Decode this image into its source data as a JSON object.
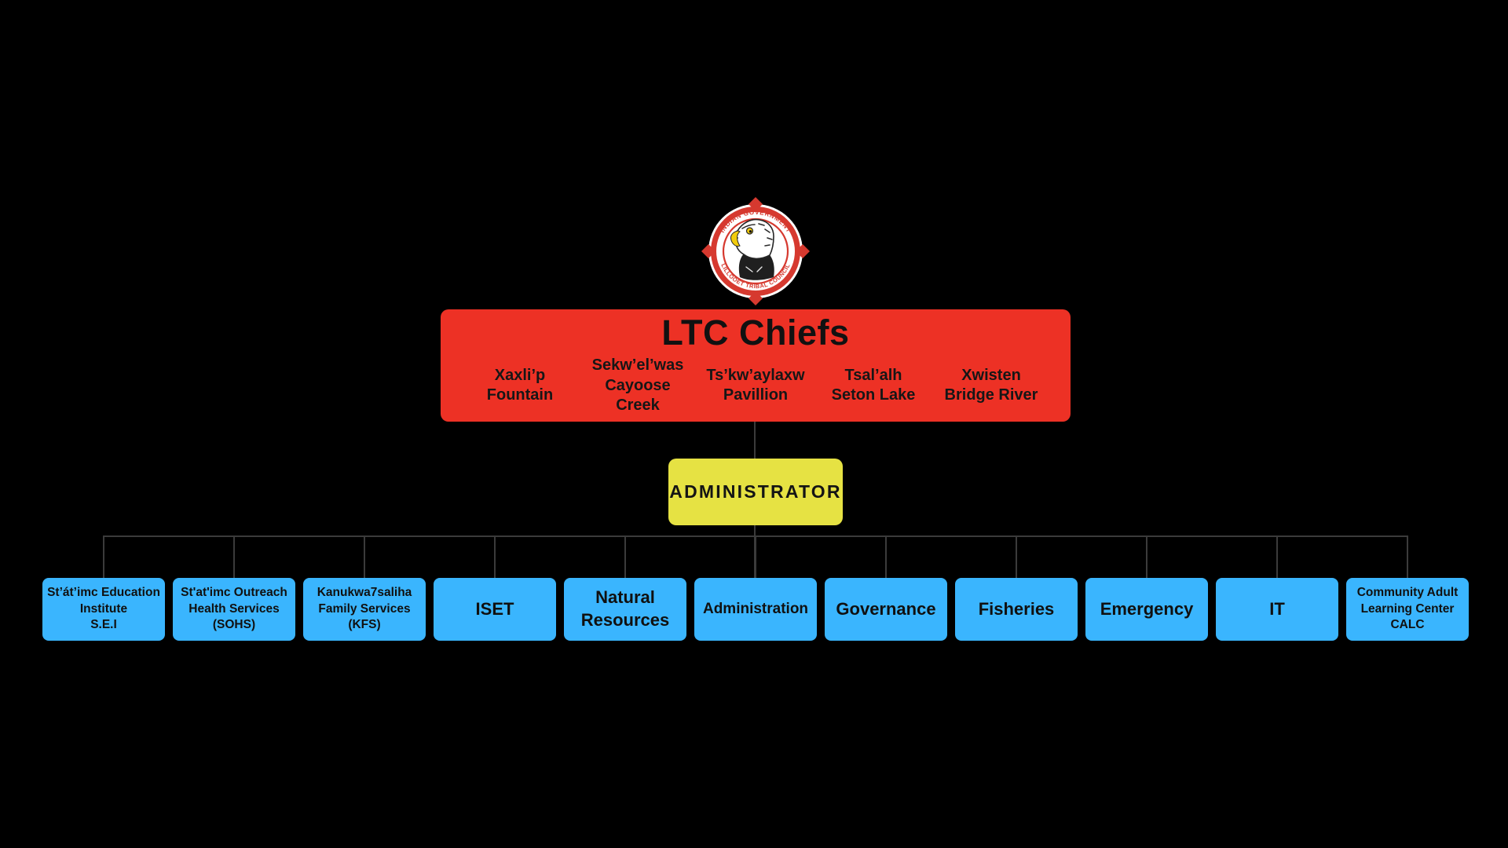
{
  "page": {
    "background_color": "#000000",
    "connector_color": "#3B3B3B"
  },
  "logo": {
    "top_text": "INDIAN GOVERNMENT",
    "bottom_text": "LILLOOET TRIBAL COUNCIL",
    "center_symbol": "eagle-head",
    "ring_color": "#D6392F"
  },
  "chiefs_box": {
    "title": "LTC Chiefs",
    "color": "#ED3125",
    "members": [
      {
        "lines": [
          "Xaxli’p",
          "Fountain"
        ]
      },
      {
        "lines": [
          "Sekw’el’was",
          "Cayoose",
          "Creek"
        ]
      },
      {
        "lines": [
          "Ts’kw’aylaxw",
          "Pavillion"
        ]
      },
      {
        "lines": [
          "Tsal’alh",
          "Seton Lake"
        ]
      },
      {
        "lines": [
          "Xwisten",
          "Bridge River"
        ]
      }
    ]
  },
  "administrator_box": {
    "label": "ADMINISTRATOR",
    "color": "#E6E243"
  },
  "departments": {
    "color": "#3AB5FE",
    "items": [
      {
        "lines": [
          "St’át’imc Education",
          "Institute",
          "S.E.I"
        ]
      },
      {
        "lines": [
          "St'at'imc Outreach",
          "Health Services",
          "(SOHS)"
        ]
      },
      {
        "lines": [
          "Kanukwa7saliha",
          "Family Services",
          "(KFS)"
        ]
      },
      {
        "lines": [
          "ISET"
        ]
      },
      {
        "lines": [
          "Natural",
          "Resources"
        ]
      },
      {
        "lines": [
          "Administration"
        ]
      },
      {
        "lines": [
          "Governance"
        ]
      },
      {
        "lines": [
          "Fisheries"
        ]
      },
      {
        "lines": [
          "Emergency"
        ]
      },
      {
        "lines": [
          "IT"
        ]
      },
      {
        "lines": [
          "Community Adult",
          "Learning Center",
          "CALC"
        ]
      }
    ]
  }
}
